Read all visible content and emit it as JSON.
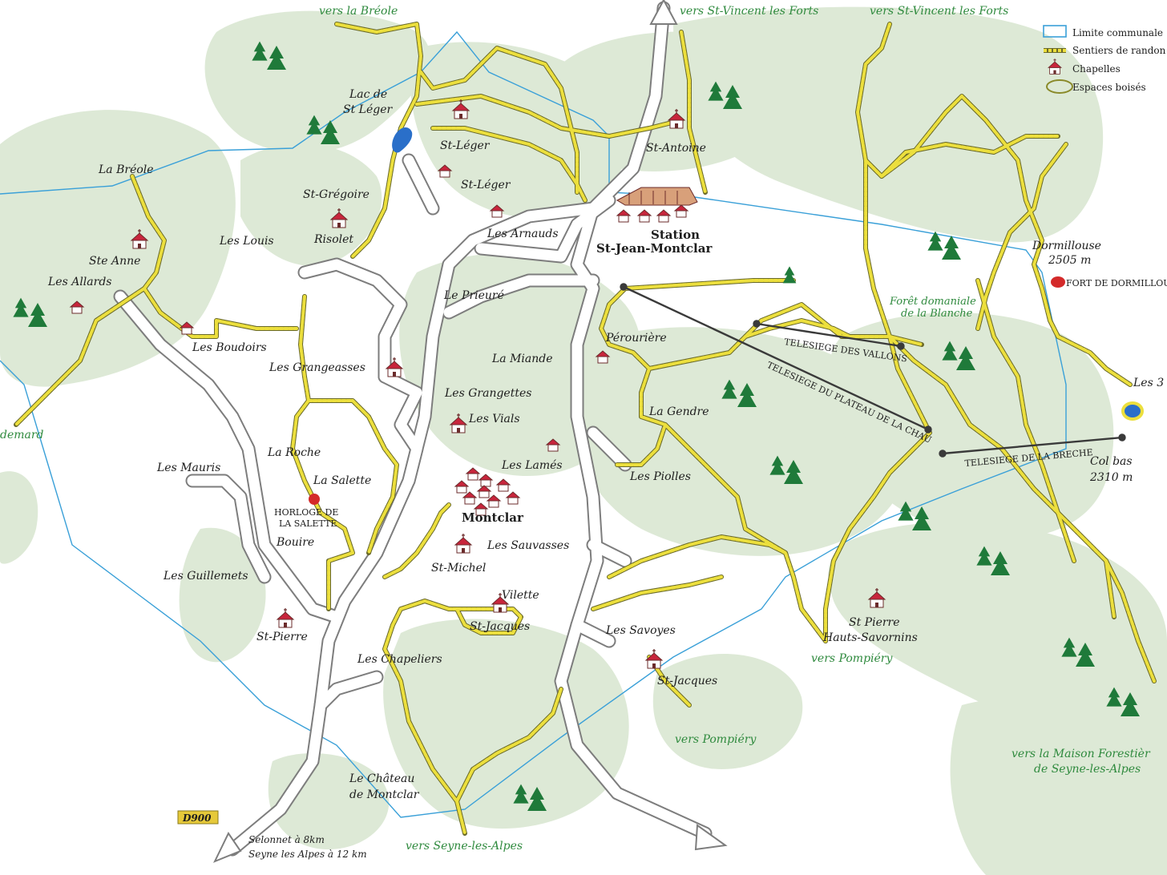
{
  "colors": {
    "forest": "#dde9d6",
    "trail": "#ecdf3d",
    "trail_stroke": "#6a6a2a",
    "boundary": "#3aa0d8",
    "road_fill": "#ffffff",
    "road_stroke": "#7d7d7d",
    "chapel_roof": "#c8253c",
    "tree": "#1f7a3a",
    "green_text": "#2f8a3e",
    "lift": "#3a3a3a",
    "marker_red": "#d42a2a",
    "lake": "#2a6fc9"
  },
  "legend": {
    "boundary": "Limite communale",
    "trails": "Sentiers de randon",
    "chapels": "Chapelles",
    "woods": "Espaces boisés"
  },
  "places": {
    "la_breole": "La Bréole",
    "ste_anne": "Ste Anne",
    "les_allards": "Les Allards",
    "les_louis": "Les Louis",
    "st_gregoire": "St-Grégoire",
    "risolet": "Risolet",
    "lac_l1": "Lac de",
    "lac_l2": "St Léger",
    "st_leger_1": "St-Léger",
    "st_leger_2": "St-Léger",
    "les_arnauds": "Les Arnauds",
    "st_antoine": "St-Antoine",
    "le_prieure": "Le Prieuré",
    "la_miande": "La Miande",
    "les_boudoirs": "Les Boudoirs",
    "les_grangeasses": "Les Grangeasses",
    "les_grangettes": "Les Grangettes",
    "les_vials": "Les Vials",
    "perouriere": "Pérourière",
    "la_gendre": "La Gendre",
    "la_roche": "La Roche",
    "la_salette": "La Salette",
    "les_mauris": "Les Mauris",
    "les_lames": "Les Lamés",
    "les_piolles": "Les Piolles",
    "bouire": "Bouire",
    "les_sauvasses": "Les Sauvasses",
    "st_michel": "St-Michel",
    "les_guillemets": "Les Guillemets",
    "vilette": "Vilette",
    "st_jacques_1": "St-Jacques",
    "st_pierre": "St-Pierre",
    "les_savoyes": "Les Savoyes",
    "les_chapeliers": "Les Chapeliers",
    "st_jacques_2": "St-Jacques",
    "st_pierre_hs_1": "St Pierre",
    "st_pierre_hs_2": "Hauts-Savornins",
    "chateau_1": "Le Château",
    "chateau_2": "de Montclar",
    "dormillouse_1": "Dormillouse",
    "dormillouse_2": "2505 m",
    "col_bas_1": "Col bas",
    "col_bas_2": "2310 m",
    "les_3": "Les 3",
    "montclar": "Montclar",
    "station_1": "Station",
    "station_2": "St-Jean-Montclar",
    "horloge_1": "HORLOGE DE",
    "horloge_2": "LA SALETTE",
    "fort": "FORT DE DORMILLOUSE",
    "demard": "demard"
  },
  "directions": {
    "breole": "vers la Bréole",
    "st_vincent_1": "vers St-Vincent les Forts",
    "st_vincent_2": "vers St-Vincent les Forts",
    "pompiery_1": "vers Pompiéry",
    "pompiery_2": "vers Pompiéry",
    "seyne": "vers Seyne-les-Alpes",
    "maison_forestiere_1": "vers la Maison Forestièr",
    "maison_forestiere_2": "de Seyne-les-Alpes",
    "foret_1": "Forêt domaniale",
    "foret_2": "de la Blanche"
  },
  "lifts": {
    "vallons": "TELESIEGE DES VALLONS",
    "plateau": "TELESIEGE DU PLATEAU DE LA CHAU",
    "breche": "TELESIEGE DE LA BRECHE"
  },
  "road": {
    "badge": "D900",
    "dist_1": "Selonnet à 8km",
    "dist_2": "Seyne les Alpes à 12 km"
  }
}
